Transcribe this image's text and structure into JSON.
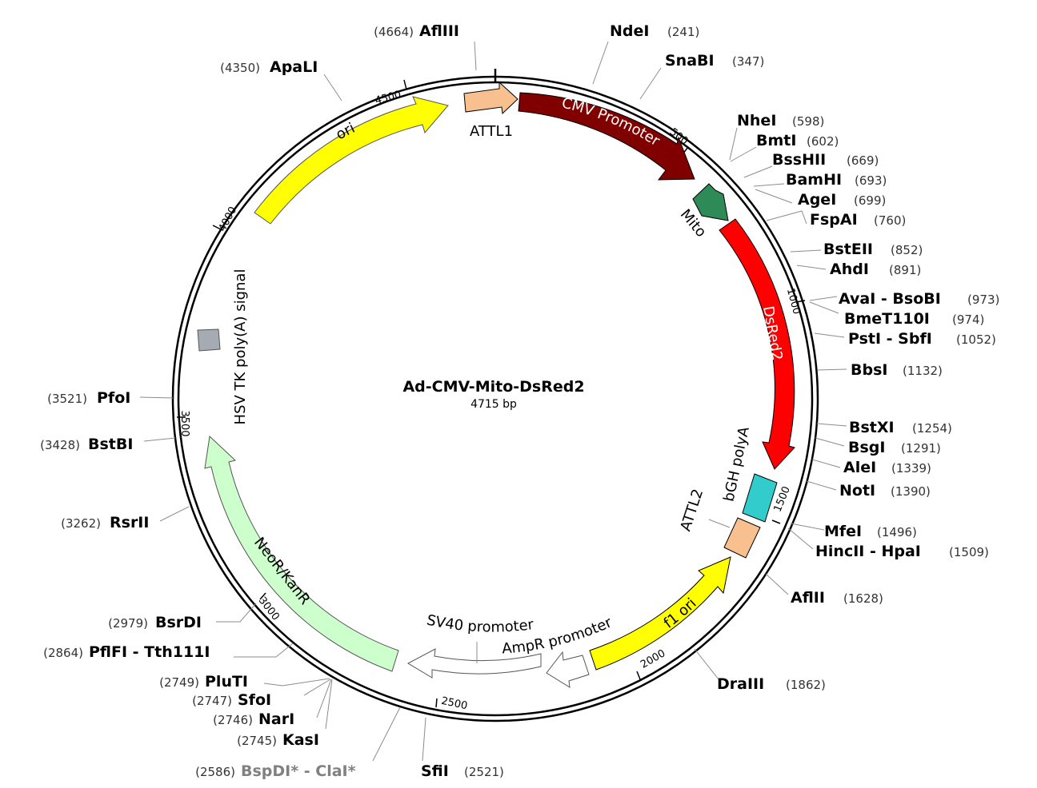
{
  "plasmid": {
    "name": "Ad-CMV-Mito-DsRed2",
    "size_label": "4715 bp",
    "length": 4715
  },
  "ticks": [
    {
      "pos": 500,
      "label": "500"
    },
    {
      "pos": 1000,
      "label": "1000"
    },
    {
      "pos": 1500,
      "label": "1500"
    },
    {
      "pos": 2000,
      "label": "2000"
    },
    {
      "pos": 2500,
      "label": "2500"
    },
    {
      "pos": 3000,
      "label": "3000"
    },
    {
      "pos": 3500,
      "label": "3500"
    },
    {
      "pos": 4000,
      "label": "4000"
    },
    {
      "pos": 4500,
      "label": "4500"
    }
  ],
  "features": [
    {
      "id": "attl1",
      "name": "ATTL1",
      "color": "#f9c08f",
      "text_color": "#000000"
    },
    {
      "id": "cmv-promoter",
      "name": "CMV Promoter",
      "color": "#800000",
      "text_color": "#ffffff"
    },
    {
      "id": "mito",
      "name": "Mito",
      "color": "#2e8b57",
      "text_color": "#000000"
    },
    {
      "id": "dsred2",
      "name": "DsRed2",
      "color": "#ff0000",
      "text_color": "#ffffff"
    },
    {
      "id": "bgh-polya",
      "name": "bGH polyA",
      "color": "#33cccc",
      "text_color": "#000000"
    },
    {
      "id": "attl2",
      "name": "ATTL2",
      "color": "#f9c08f",
      "text_color": "#000000"
    },
    {
      "id": "f1-ori",
      "name": "f1 ori",
      "color": "#ffff00",
      "text_color": "#000000"
    },
    {
      "id": "ampr-promoter",
      "name": "AmpR promoter",
      "color": "#ffffff",
      "text_color": "#000000"
    },
    {
      "id": "sv40-promoter",
      "name": "SV40 promoter",
      "color": "#ffffff",
      "text_color": "#000000"
    },
    {
      "id": "neor-kanr",
      "name": "NeoR/KanR",
      "color": "#ccffcc",
      "text_color": "#000000"
    },
    {
      "id": "hsv-tk-polya",
      "name": "HSV TK poly(A) signal",
      "color": "#a6aab3",
      "text_color": "#000000"
    },
    {
      "id": "ori",
      "name": "ori",
      "color": "#ffff00",
      "text_color": "#000000"
    }
  ],
  "sites": [
    {
      "name": "AflIII",
      "pos": "(4664)"
    },
    {
      "name": "NdeI",
      "pos": "(241)"
    },
    {
      "name": "SnaBI",
      "pos": "(347)"
    },
    {
      "name": "ApaLI",
      "pos": "(4350)"
    },
    {
      "name": "NheI",
      "pos": "(598)"
    },
    {
      "name": "BmtI",
      "pos": "(602)"
    },
    {
      "name": "BssHII",
      "pos": "(669)"
    },
    {
      "name": "BamHI",
      "pos": "(693)"
    },
    {
      "name": "AgeI",
      "pos": "(699)"
    },
    {
      "name": "FspAI",
      "pos": "(760)"
    },
    {
      "name": "BstEII",
      "pos": "(852)"
    },
    {
      "name": "AhdI",
      "pos": "(891)"
    },
    {
      "name": "AvaI - BsoBI",
      "pos": "(973)"
    },
    {
      "name": "BmeT110I",
      "pos": "(974)"
    },
    {
      "name": "PstI - SbfI",
      "pos": "(1052)"
    },
    {
      "name": "BbsI",
      "pos": "(1132)"
    },
    {
      "name": "BstXI",
      "pos": "(1254)"
    },
    {
      "name": "BsgI",
      "pos": "(1291)"
    },
    {
      "name": "AleI",
      "pos": "(1339)"
    },
    {
      "name": "NotI",
      "pos": "(1390)"
    },
    {
      "name": "MfeI",
      "pos": "(1496)"
    },
    {
      "name": "HincII - HpaI",
      "pos": "(1509)"
    },
    {
      "name": "AflII",
      "pos": "(1628)"
    },
    {
      "name": "DraIII",
      "pos": "(1862)"
    },
    {
      "name": "SfiI",
      "pos": "(2521)"
    },
    {
      "name": "BspDI* - ClaI*",
      "pos": "(2586)"
    },
    {
      "name": "KasI",
      "pos": "(2745)"
    },
    {
      "name": "NarI",
      "pos": "(2746)"
    },
    {
      "name": "SfoI",
      "pos": "(2747)"
    },
    {
      "name": "PluTI",
      "pos": "(2749)"
    },
    {
      "name": "PflFI - Tth111I",
      "pos": "(2864)"
    },
    {
      "name": "BsrDI",
      "pos": "(2979)"
    },
    {
      "name": "RsrII",
      "pos": "(3262)"
    },
    {
      "name": "BstBI",
      "pos": "(3428)"
    },
    {
      "name": "PfoI",
      "pos": "(3521)"
    }
  ]
}
